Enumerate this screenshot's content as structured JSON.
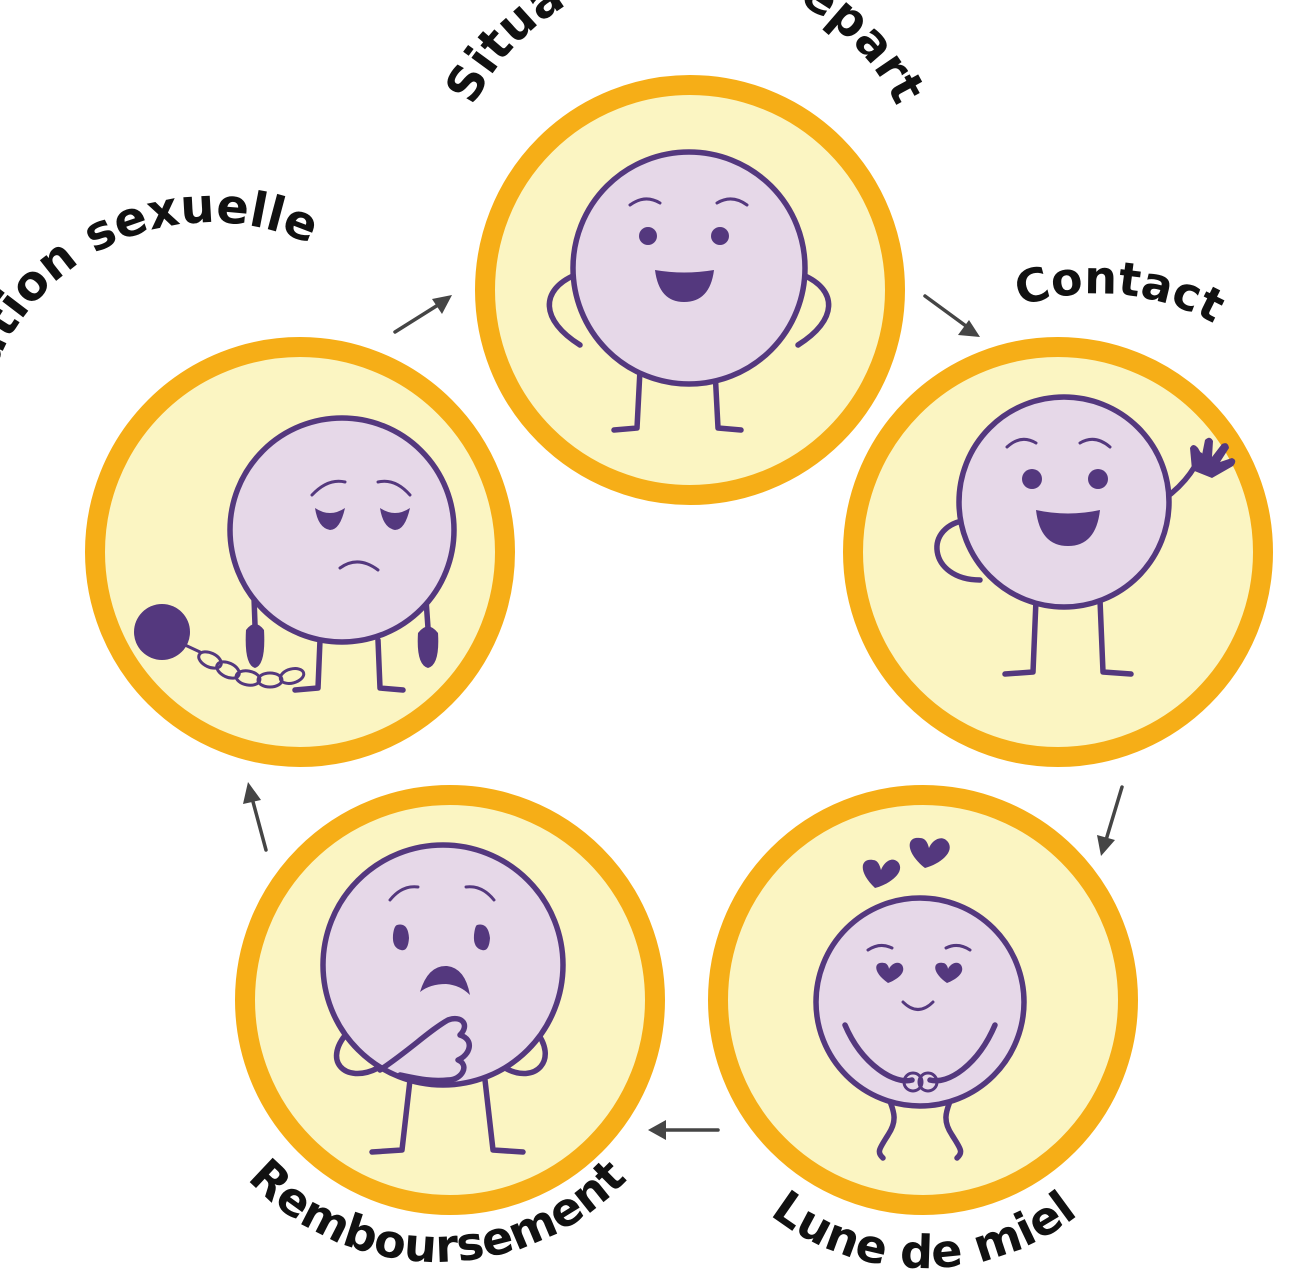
{
  "diagram": {
    "type": "cycle",
    "colors": {
      "ring": "#f6ae17",
      "ring_fill": "#fbf5c2",
      "character": "#e6d8e8",
      "outline": "#54387e",
      "arrow": "#454545"
    },
    "stages": [
      {
        "label": "Situation de départ",
        "character": "happy-hands-on-hips"
      },
      {
        "label": "Contact",
        "character": "waving-smiling"
      },
      {
        "label": "Lune de miel",
        "character": "heart-eyes-in-love"
      },
      {
        "label": "Remboursement",
        "character": "worried-hand-on-chin"
      },
      {
        "label": "Exploitation sexuelle",
        "character": "sad-ball-and-chain"
      }
    ]
  }
}
